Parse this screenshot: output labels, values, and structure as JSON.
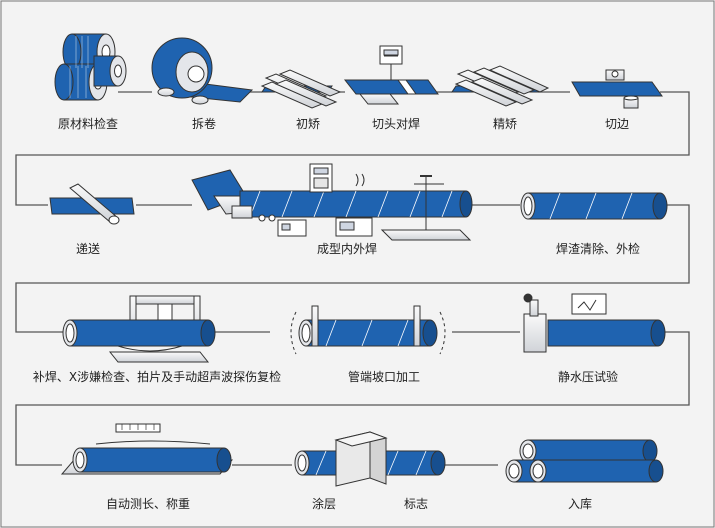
{
  "steps": [
    {
      "id": "raw-material-inspection",
      "label": "原材料检查"
    },
    {
      "id": "uncoiling",
      "label": "拆卷"
    },
    {
      "id": "initial-leveling",
      "label": "初矫"
    },
    {
      "id": "end-cutting-butt-welding",
      "label": "切头对焊"
    },
    {
      "id": "fine-leveling",
      "label": "精矫"
    },
    {
      "id": "edge-trimming",
      "label": "切边"
    },
    {
      "id": "feeding",
      "label": "递送"
    },
    {
      "id": "forming-welding",
      "label": "成型内外焊"
    },
    {
      "id": "slag-removal-inspection",
      "label": "焊渣清除、外检"
    },
    {
      "id": "repair-ndt",
      "label": "补焊、X涉嫌检查、拍片及手动超声波探伤复检"
    },
    {
      "id": "bevelling",
      "label": "管端坡口加工"
    },
    {
      "id": "hydrostatic-test",
      "label": "静水压试验"
    },
    {
      "id": "measuring-weighing",
      "label": "自动测长、称重"
    },
    {
      "id": "coating",
      "label": "涂层"
    },
    {
      "id": "marking",
      "label": "标志"
    },
    {
      "id": "warehousing",
      "label": "入库"
    }
  ],
  "colors": {
    "pipe": "#1f63b0",
    "pipe_dark": "#174f8f",
    "outline": "#444444",
    "frame": "#555555",
    "metal": "#e4e6ea"
  }
}
